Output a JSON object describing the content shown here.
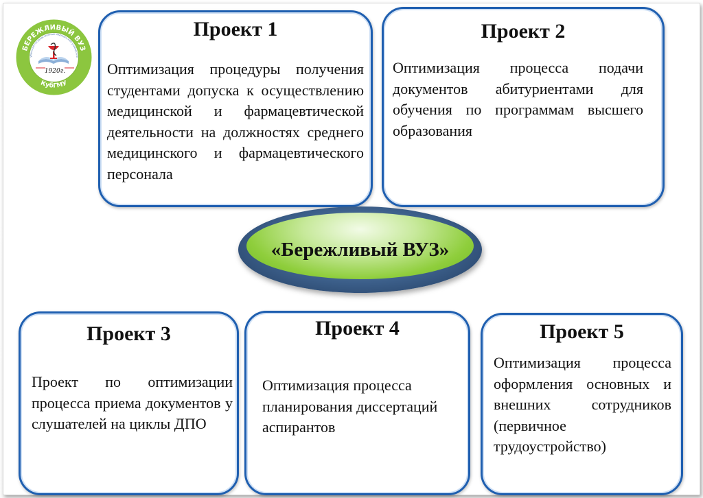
{
  "logo": {
    "top_text": "БЕРЕЖЛИВЫЙ ВУЗ",
    "bottom_text": "КубГМУ",
    "year": "1920г.",
    "ring_text": "Кубанский государственный медицинский университет",
    "colors": {
      "ring": "#8cc63f",
      "inner": "#ffffff",
      "accent": "#d9262c"
    }
  },
  "center": {
    "label": "«Бережливый ВУЗ»"
  },
  "projects": [
    {
      "title": "Проект 1",
      "text": "Оптимизация процедуры получения студентами допуска к осуществлению медицинской и фармацевтической деятельности на должностях среднего медицинского и фармацевтического персонала"
    },
    {
      "title": "Проект 2",
      "text": "Оптимизация процесса подачи документов абитуриентами для обучения по программам высшего образования"
    },
    {
      "title": "Проект 3",
      "text": "Проект по оптимизации процесса приема документов у слушателей на циклы ДПО"
    },
    {
      "title": "Проект 4",
      "text": "Оптимизация процесса планирования диссертаций аспирантов"
    },
    {
      "title": "Проект 5",
      "text": "Оптимизация процесса оформления основных и внешних сотрудников (первичное трудоустройство)"
    }
  ],
  "colors": {
    "card_border": "#1f5fb0",
    "oval_outer": "#3c5f8a",
    "oval_inner": "#8fce3c"
  }
}
